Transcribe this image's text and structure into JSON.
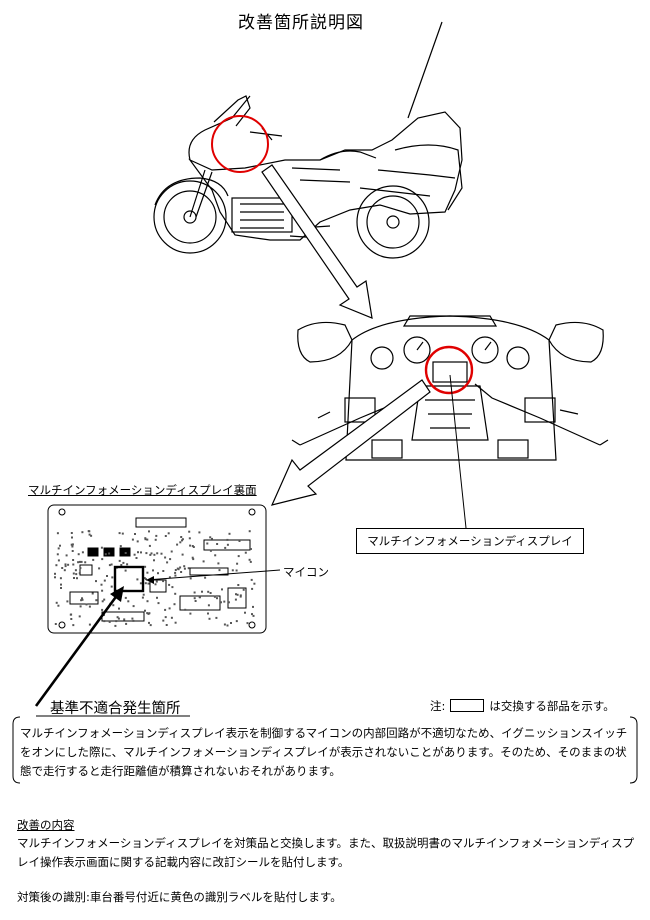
{
  "title": "改善箇所説明図",
  "labels": {
    "backside": "マルチインフォメーションディスプレイ裏面",
    "display": "マルチインフォメーションディスプレイ",
    "micon": "マイコン",
    "defect_location": "基準不適合発生箇所"
  },
  "legend": {
    "prefix": "注:",
    "suffix": "は交換する部品を示す。"
  },
  "description": "マルチインフォメーションディスプレイ表示を制御するマイコンの内部回路が不適切なため、イグニッションスイッチをオンにした際に、マルチインフォメーションディスプレイが表示されないことがあります。そのため、そのままの状態で走行すると走行距離値が積算されないおそれがあります。",
  "improvement": {
    "heading": "改善の内容",
    "text": "マルチインフォメーションディスプレイを対策品と交換します。また、取扱説明書のマルチインフォメーションディスプレイ操作表示画面に関する記載内容に改訂シールを貼付します。"
  },
  "identification": "対策後の識別:車台番号付近に黄色の識別ラベルを貼付します。",
  "colors": {
    "highlight": "#e00000"
  }
}
